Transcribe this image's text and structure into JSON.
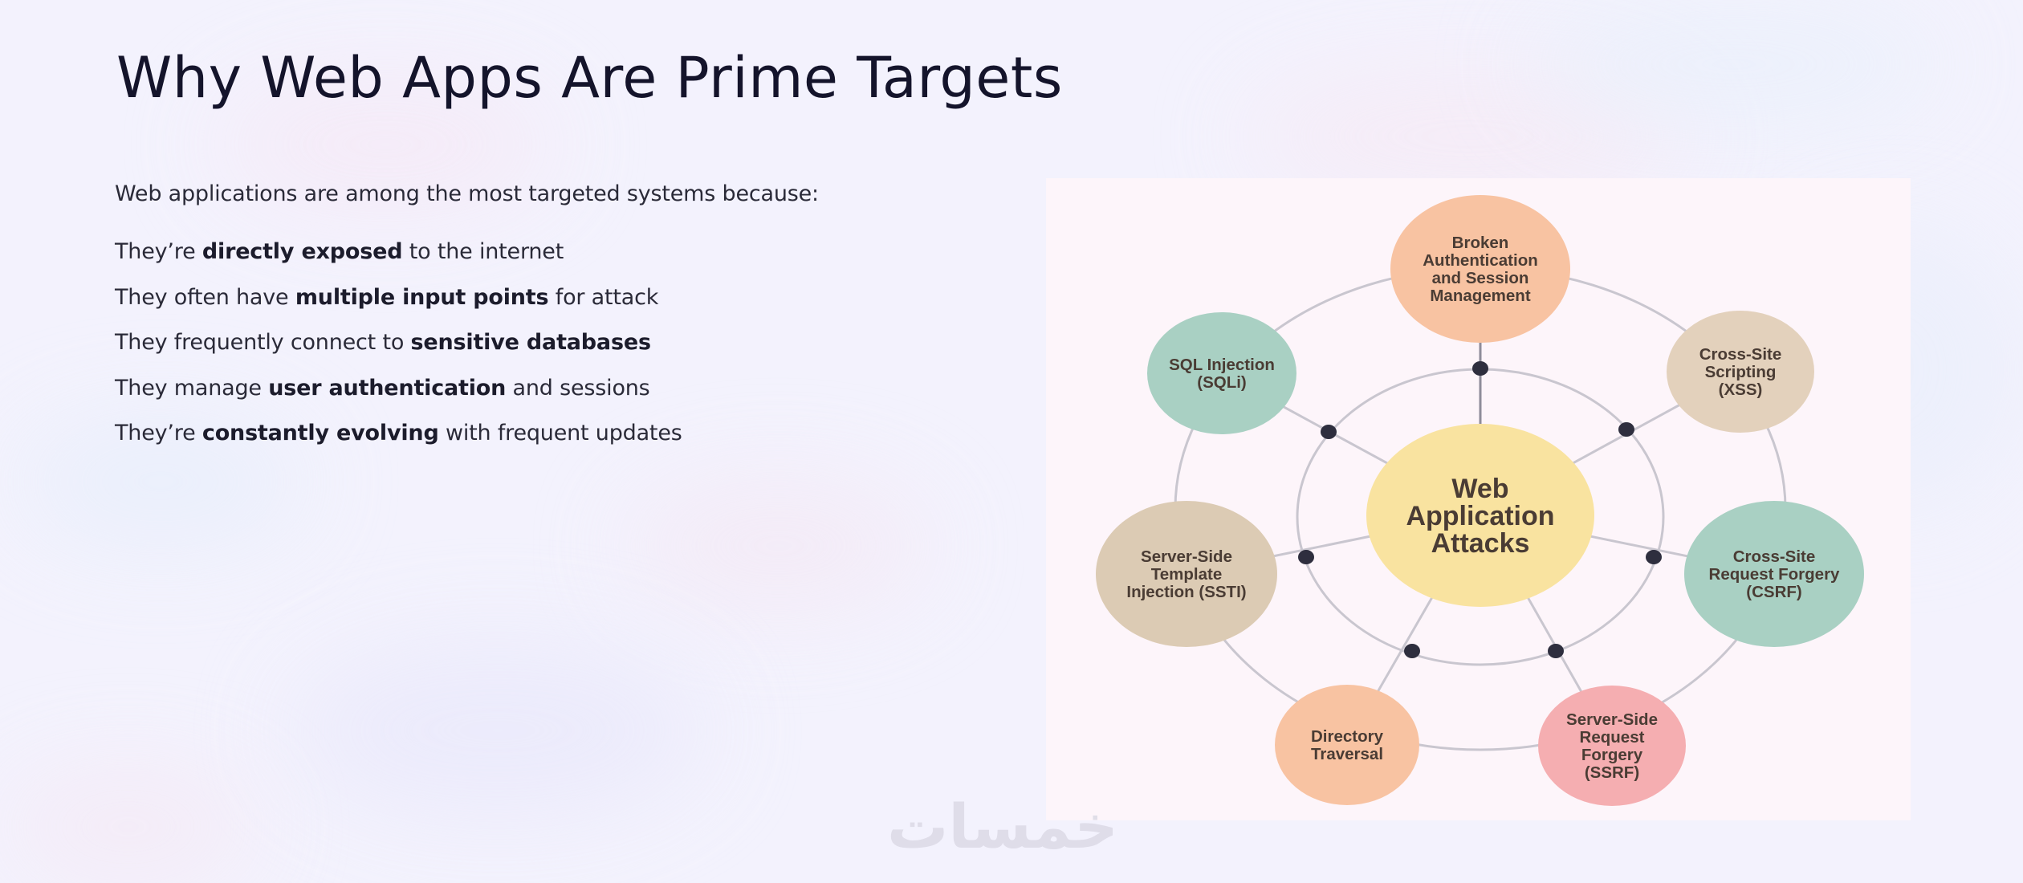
{
  "slide": {
    "title": "Why Web Apps Are Prime Targets",
    "intro": "Web applications are among the most targeted systems because:",
    "bullets": [
      {
        "before": "They’re ",
        "bold": "directly exposed",
        "after": " to the internet"
      },
      {
        "before": "They often have ",
        "bold": "multiple input points",
        "after": " for attack"
      },
      {
        "before": "They frequently connect to ",
        "bold": "sensitive databases",
        "after": ""
      },
      {
        "before": "They manage ",
        "bold": "user authentication",
        "after": " and sessions"
      },
      {
        "before": "They’re ",
        "bold": "constantly evolving",
        "after": " with frequent updates"
      }
    ]
  },
  "diagram": {
    "center": {
      "lines": [
        "Web",
        "Application",
        "Attacks"
      ],
      "color": "#f9e3a0"
    },
    "nodes": [
      {
        "id": "broken-auth",
        "lines": [
          "Broken",
          "Authentication",
          "and Session",
          "Management"
        ],
        "color": "#f8c3a2"
      },
      {
        "id": "xss",
        "lines": [
          "Cross-Site",
          "Scripting",
          "(XSS)"
        ],
        "color": "#e3d1bc"
      },
      {
        "id": "csrf",
        "lines": [
          "Cross-Site",
          "Request Forgery",
          "(CSRF)"
        ],
        "color": "#a9d0c3"
      },
      {
        "id": "ssrf",
        "lines": [
          "Server-Side",
          "Request",
          "Forgery",
          "(SSRF)"
        ],
        "color": "#f5aeb1"
      },
      {
        "id": "directory-traversal",
        "lines": [
          "Directory",
          "Traversal"
        ],
        "color": "#f8c3a2"
      },
      {
        "id": "ssti",
        "lines": [
          "Server-Side",
          "Template",
          "Injection (SSTI)"
        ],
        "color": "#dccbb4"
      },
      {
        "id": "sqli",
        "lines": [
          "SQL Injection",
          "(SQLi)"
        ],
        "color": "#a9d0c3"
      }
    ],
    "line_color": "#c9c6cf",
    "dot_color": "#2e2e3e",
    "panel_color": "#fdf5fa"
  },
  "watermark": {
    "text": "خمسات"
  }
}
